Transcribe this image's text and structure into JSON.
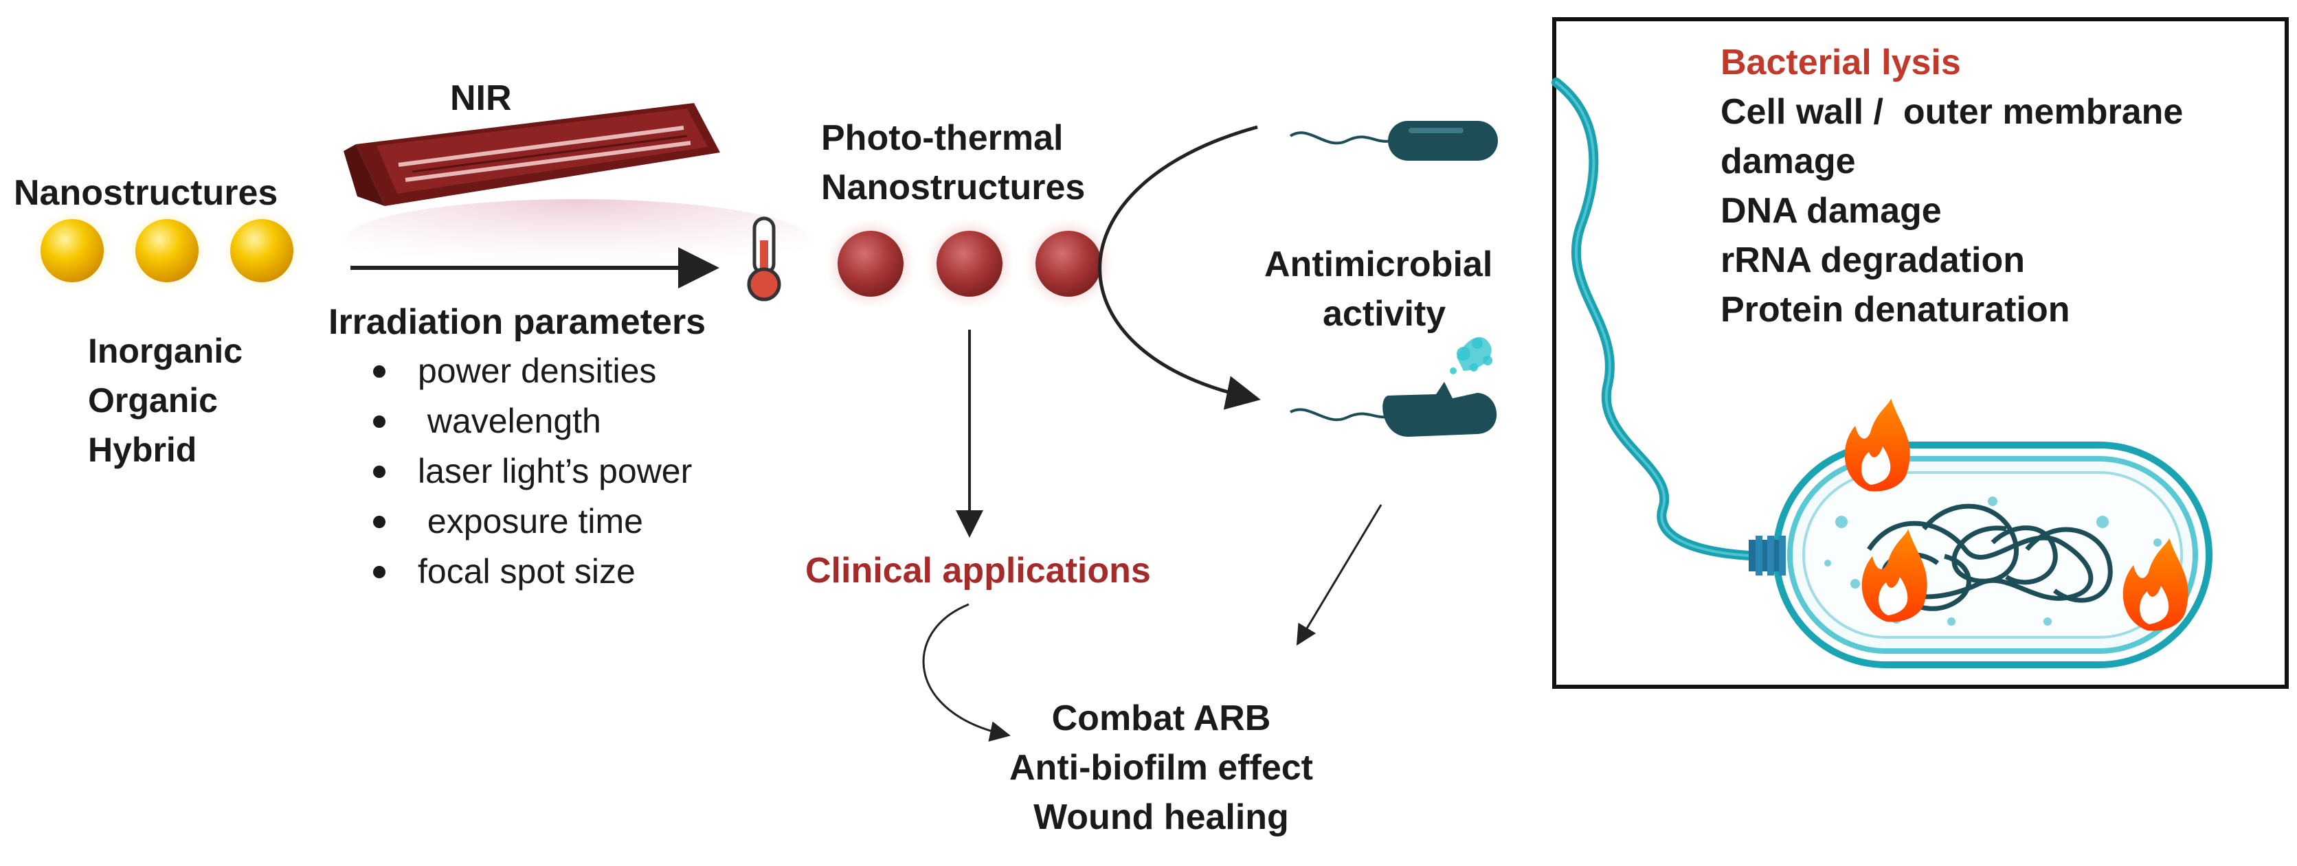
{
  "nanostructures": {
    "title": "Nanostructures",
    "types": [
      "Inorganic",
      "Organic",
      "Hybrid"
    ]
  },
  "nir": {
    "label": "NIR"
  },
  "irradiation": {
    "title": "Irradiation parameters",
    "items": [
      "power densities",
      " wavelength",
      "laser light’s power",
      " exposure time",
      "focal spot size"
    ]
  },
  "photothermal": {
    "line1": "Photo-thermal",
    "line2": "Nanostructures"
  },
  "antimicrobial": {
    "line1": "Antimicrobial",
    "line2": "activity"
  },
  "clinical": {
    "title": "Clinical applications"
  },
  "outcomes": [
    "Combat ARB",
    "Anti-biofilm effect",
    "Wound healing"
  ],
  "lysis": {
    "title": "Bacterial lysis",
    "items": [
      "Cell wall /  outer membrane",
      "damage",
      "DNA damage",
      "rRNA degradation",
      "Protein denaturation"
    ]
  },
  "colors": {
    "accent_red": "#c0392b",
    "clinical_red": "#a52a2a",
    "gold": "#f5c000",
    "photothermal": "#a83a3a",
    "bacteria": "#1d4e57",
    "cyan": "#19a3b3",
    "nir_device": "#7a1c1c"
  }
}
